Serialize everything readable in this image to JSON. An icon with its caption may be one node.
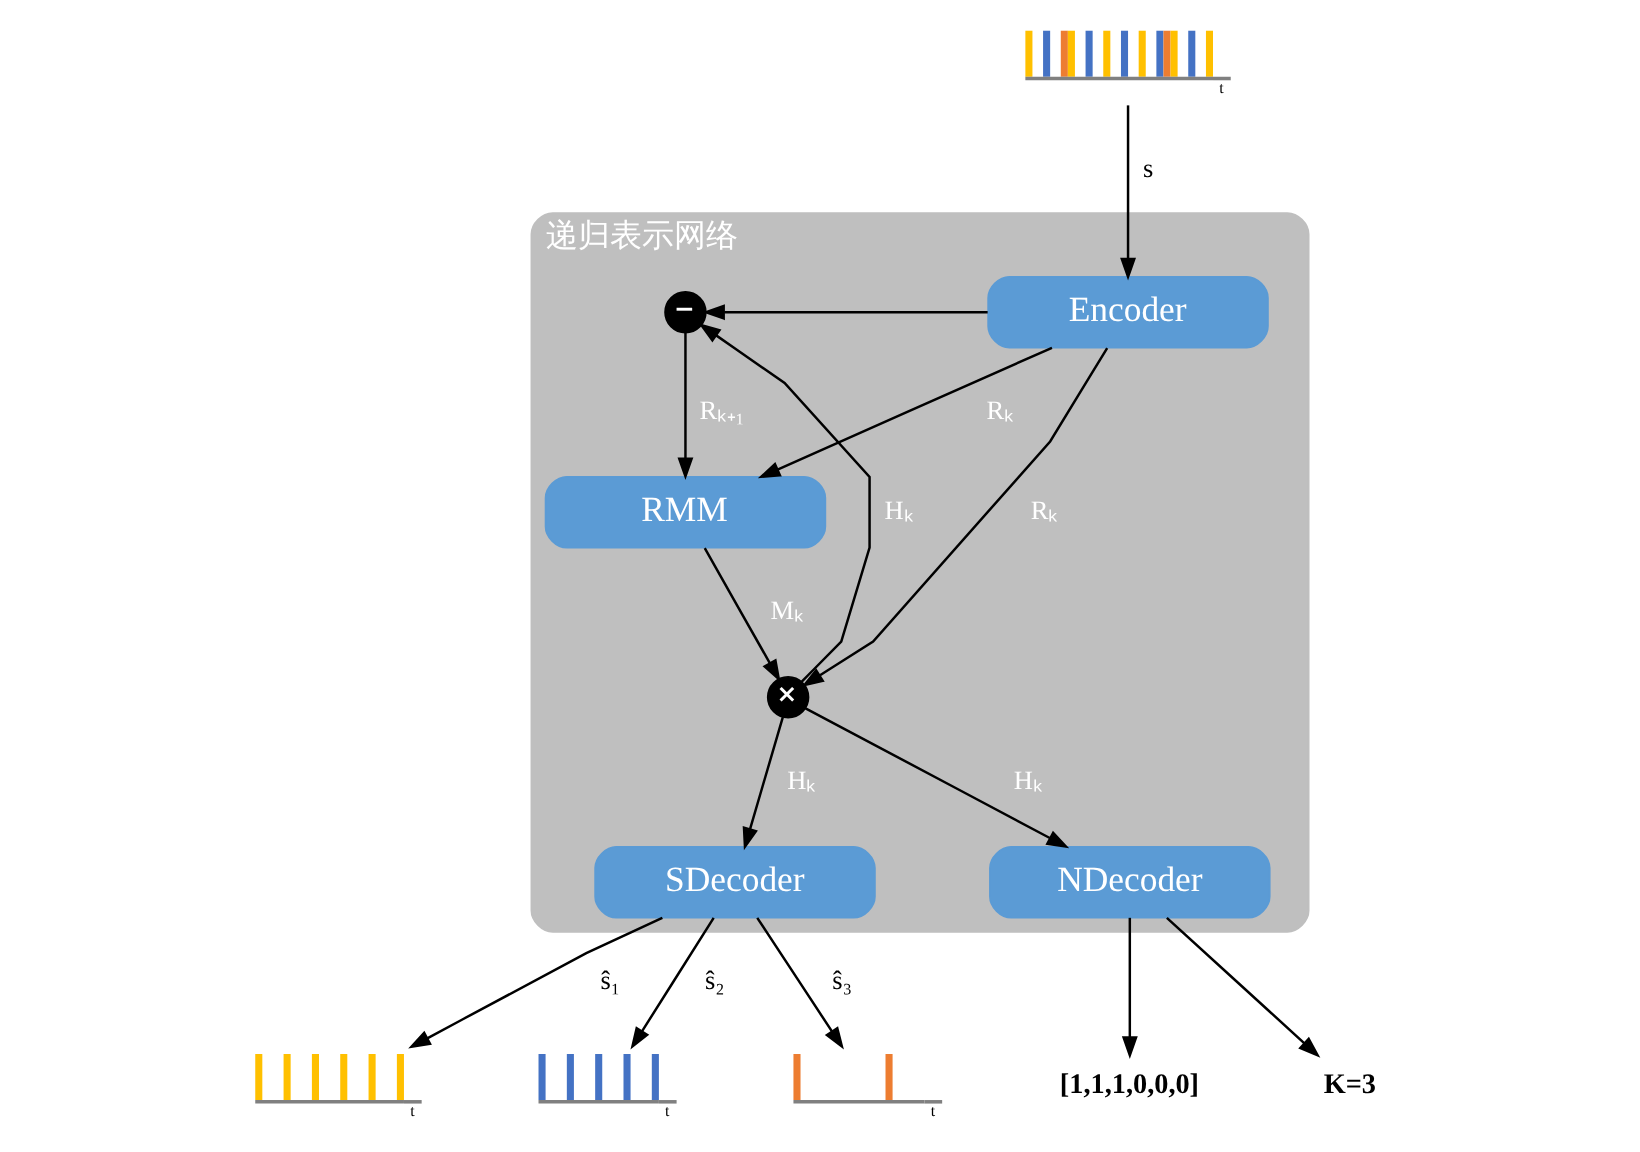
{
  "diagram": {
    "nodes": [
      {
        "text": [
          "递归表示网络"
        ]
      },
      {
        "text": [
          "Encoder"
        ],
        "in": 0
      },
      {
        "text": [
          "RMM"
        ],
        "in": 0
      },
      {
        "text": [
          "−"
        ],
        "in": 0
      },
      {
        "text": [
          "×"
        ],
        "in": 0
      },
      {
        "text": [
          "SDecoder"
        ],
        "in": 0
      },
      {
        "text": [
          "NDecoder"
        ],
        "in": 0
      },
      {
        "text": [],
        "shape": "picture",
        "beside": [
          "t"
        ]
      },
      {
        "text": [],
        "shape": "picture",
        "beside": [
          "t"
        ]
      },
      {
        "text": [],
        "shape": "picture",
        "beside": [
          "t"
        ]
      },
      {
        "text": [],
        "shape": "picture",
        "beside": [
          "t"
        ]
      },
      {
        "text": [
          "[1,1,1,0,0,0]"
        ]
      },
      {
        "text": [
          "K=3"
        ]
      }
    ],
    "edges": [
      {
        "from": 7,
        "to": 1,
        "arrow": "to",
        "label": "s"
      },
      {
        "from": 1,
        "to": 2,
        "arrow": "to",
        "label": "Rₖ"
      },
      {
        "from": 3,
        "to": 2,
        "arrow": "to",
        "label": "Rₖ₊₁"
      },
      {
        "from": 1,
        "to": 3,
        "arrow": "to"
      },
      {
        "from": 1,
        "to": 4,
        "arrow": "to",
        "label": "Rₖ"
      },
      {
        "from": 2,
        "to": 4,
        "arrow": "to",
        "label": "Mₖ"
      },
      {
        "from": 4,
        "to": 3,
        "arrow": "to",
        "label": "Hₖ"
      },
      {
        "from": 4,
        "to": 5,
        "arrow": "to",
        "label": "Hₖ"
      },
      {
        "from": 4,
        "to": 6,
        "arrow": "to",
        "label": "Hₖ"
      },
      {
        "from": 5,
        "to": 8,
        "arrow": "to",
        "label": "ŝ₁"
      },
      {
        "from": 5,
        "to": 9,
        "arrow": "to",
        "label": "ŝ₂"
      },
      {
        "from": 5,
        "to": 10,
        "arrow": "to",
        "label": "ŝ₃"
      },
      {
        "from": 6,
        "to": 11,
        "arrow": "to"
      },
      {
        "from": 6,
        "to": 12,
        "arrow": "to"
      }
    ]
  }
}
